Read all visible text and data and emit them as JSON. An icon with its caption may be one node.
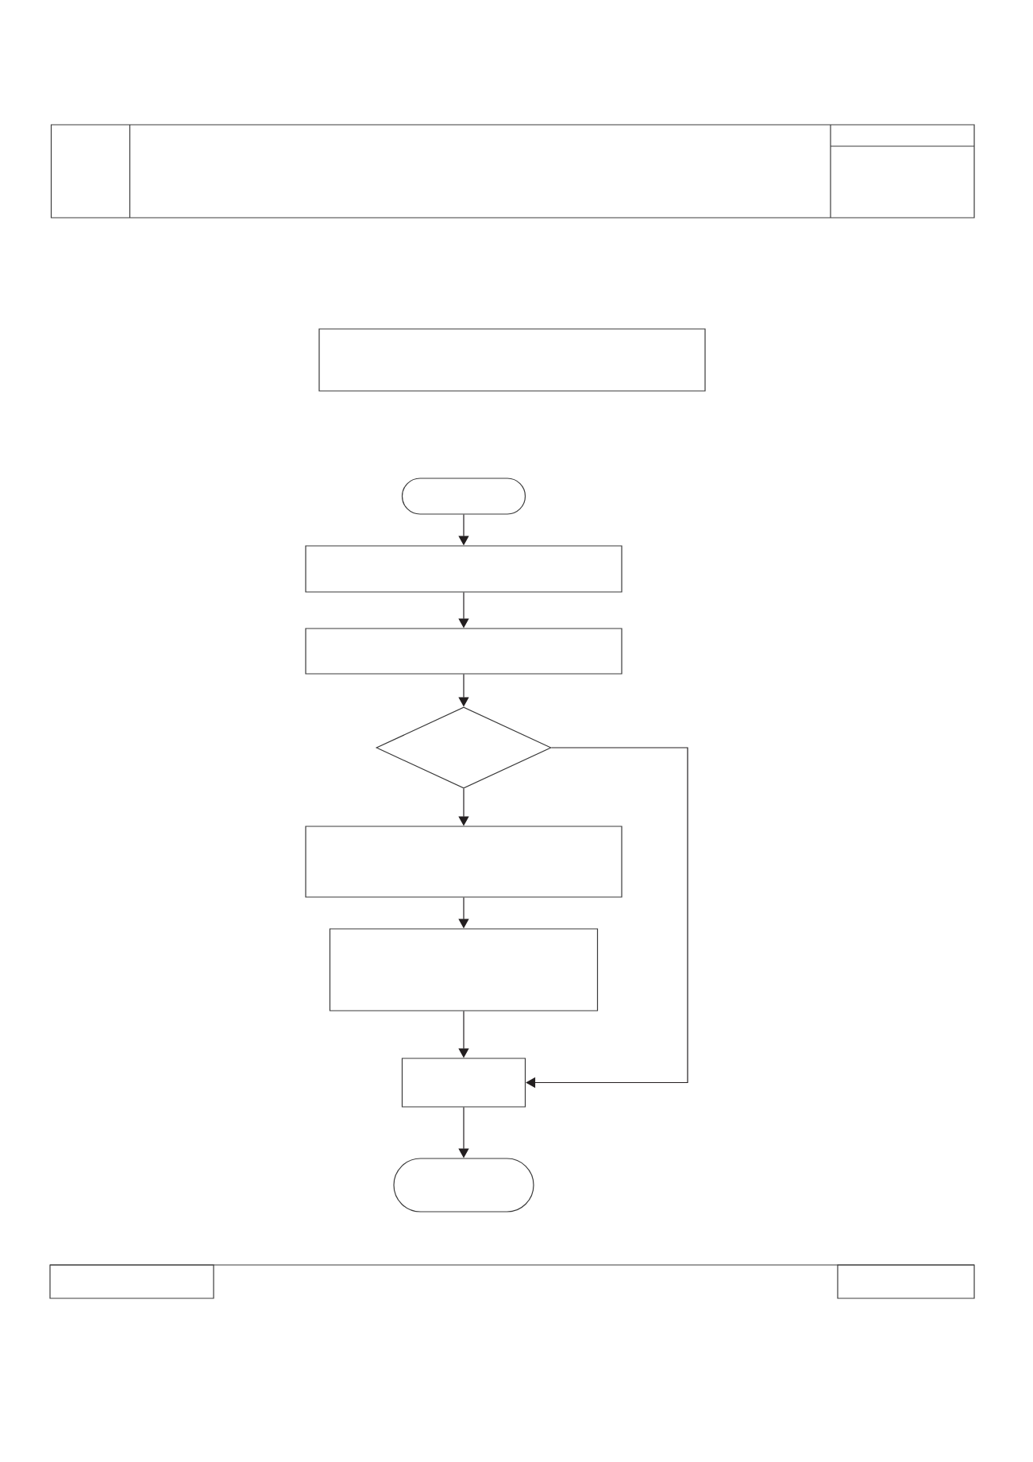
{
  "diagram": {
    "nodes": [
      {
        "text": [],
        "shape": "box"
      },
      {
        "text": [],
        "shape": "oval"
      },
      {
        "text": [],
        "shape": "box"
      },
      {
        "text": [],
        "shape": "box"
      },
      {
        "text": [],
        "shape": "diamond"
      },
      {
        "text": [],
        "shape": "box"
      },
      {
        "text": [],
        "shape": "box"
      },
      {
        "text": [],
        "shape": "box"
      },
      {
        "text": [],
        "shape": "oval"
      }
    ],
    "edges": [
      {
        "from": 1,
        "to": 2,
        "arrow": "to"
      },
      {
        "from": 2,
        "to": 3,
        "arrow": "to"
      },
      {
        "from": 3,
        "to": 4,
        "arrow": "to"
      },
      {
        "from": 4,
        "to": 5,
        "arrow": "to"
      },
      {
        "from": 5,
        "to": 6,
        "arrow": "to"
      },
      {
        "from": 6,
        "to": 7,
        "arrow": "to"
      },
      {
        "from": 4,
        "to": 7,
        "arrow": "to"
      },
      {
        "from": 7,
        "to": 8,
        "arrow": "to"
      }
    ]
  }
}
